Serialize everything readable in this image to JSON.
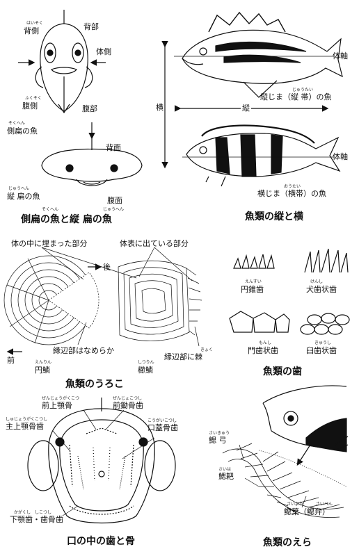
{
  "panel_body": {
    "caption": "側扁の魚と縦 扁の魚",
    "caption_ruby": [
      "そくへん",
      "じゅうへん"
    ],
    "labels": {
      "dorsal_side": "背側",
      "dorsal_side_ruby": "はいそく",
      "dorsal_part": "背部",
      "body_side": "体側",
      "ventral_side": "腹側",
      "ventral_side_ruby": "ふくそく",
      "ventral_part": "腹部",
      "compressed_fish": "側扁の魚",
      "compressed_fish_ruby": "そくへん",
      "dorsal_face": "背面",
      "depressed_fish": "縦 扁の魚",
      "depressed_fish_ruby": "じゅうへん",
      "ventral_face": "腹面"
    }
  },
  "panel_stripes": {
    "caption": "魚類の縦と横",
    "labels": {
      "body_axis_top": "体軸",
      "longitudinal_stripe": "縦じま（縦 帯）の魚",
      "longitudinal_stripe_ruby": "じゅうたい",
      "vertical_axis": "横",
      "horizontal_axis": "縦",
      "body_axis_bottom": "体軸",
      "transverse_band": "横じま（横帯）の魚",
      "transverse_band_ruby": "おうたい"
    }
  },
  "panel_scales": {
    "caption": "魚類のうろこ",
    "labels": {
      "embedded_part": "体の中に埋まった部分",
      "exposed_part": "体表に出ている部分",
      "posterior": "後",
      "anterior": "前",
      "smooth_edge": "縁辺部はなめらか",
      "spiny_edge": "縁辺部に棘",
      "spiny_edge_ruby": "きょく",
      "cycloid": "円鱗",
      "cycloid_ruby": "えんりん",
      "ctenoid": "櫛鱗",
      "ctenoid_ruby": "しつりん"
    }
  },
  "panel_teeth": {
    "caption": "魚類の歯",
    "labels": {
      "conical": "円錐歯",
      "conical_ruby": "えんすい",
      "canine": "犬歯状歯",
      "canine_ruby": "けんし",
      "incisor": "門歯状歯",
      "incisor_ruby": "もんし",
      "molar": "臼歯状歯",
      "molar_ruby": "きゅうし"
    }
  },
  "panel_mouth": {
    "caption": "口の中の歯と骨",
    "labels": {
      "premaxilla": "前上顎骨",
      "premaxilla_ruby": "ぜんじょうがくこつ",
      "vomer_teeth": "前鋤骨歯",
      "vomer_teeth_ruby": "ぜんじょこつし",
      "maxilla_teeth": "主上顎骨歯",
      "maxilla_teeth_ruby": "しゅじょうがくこつし",
      "palatine_teeth": "口蓋骨歯",
      "palatine_teeth_ruby": "こうがいこつし",
      "lower_teeth": "下顎歯・歯骨歯",
      "lower_teeth_ruby": "かがくし　しこつし"
    }
  },
  "panel_gills": {
    "caption": "魚類のえら",
    "labels": {
      "gill_arch": "鰓 弓",
      "gill_arch_ruby": "さいきゅう",
      "gill_raker": "鰓耙",
      "gill_raker_ruby": "さいは",
      "gill_filament": "鰓葉（鰓弁）",
      "gill_filament_ruby": "さいよう　　　さいべん"
    }
  }
}
